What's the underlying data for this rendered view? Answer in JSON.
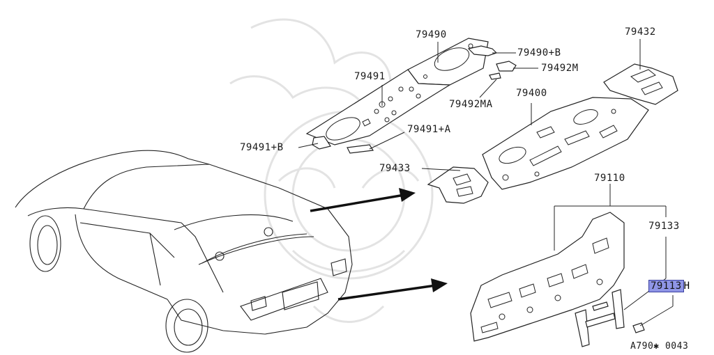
{
  "diagram": {
    "labels": {
      "p79490": "79490",
      "p79490b": "79490+B",
      "p79492m": "79492M",
      "p79491": "79491",
      "p79492ma": "79492MA",
      "p79491a": "79491+A",
      "p79491b": "79491+B",
      "p79432": "79432",
      "p79400": "79400",
      "p79433": "79433",
      "p79110": "79110",
      "p79133": "79133",
      "p79113": "79113",
      "p79113_suffix": "H"
    },
    "highlighted_part": "79113",
    "highlight_color": "#8f95e6",
    "reference_code": "A790✱ 0043"
  }
}
